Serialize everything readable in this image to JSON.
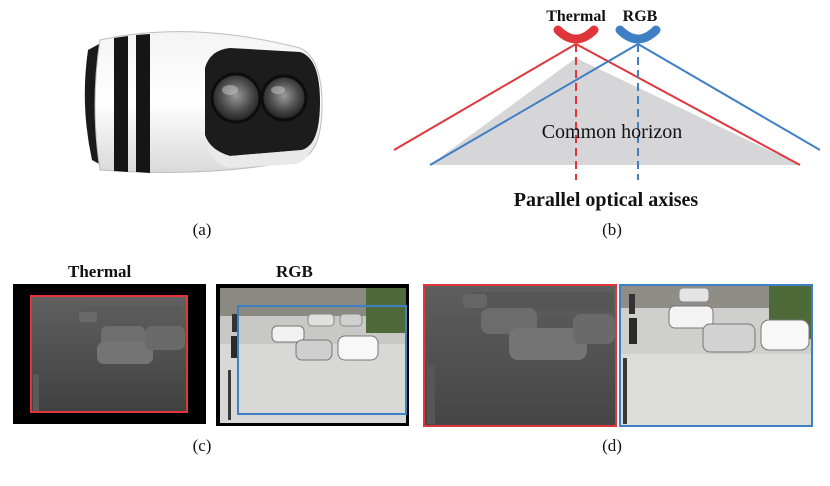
{
  "captions": {
    "a": "(a)",
    "b": "(b)",
    "c": "(c)",
    "d": "(d)"
  },
  "diagram": {
    "thermal_label": "Thermal",
    "rgb_label": "RGB",
    "horizon_label": "Common horizon",
    "axes_label": "Parallel optical axises"
  },
  "views": {
    "thermal_title": "Thermal",
    "rgb_title": "RGB"
  },
  "colors": {
    "thermal": "#e0353a",
    "rgb": "#3f7fc4",
    "horizon_fill": "#d6d6d8"
  },
  "icons": {
    "camera": "dual-lens-camera-icon"
  }
}
